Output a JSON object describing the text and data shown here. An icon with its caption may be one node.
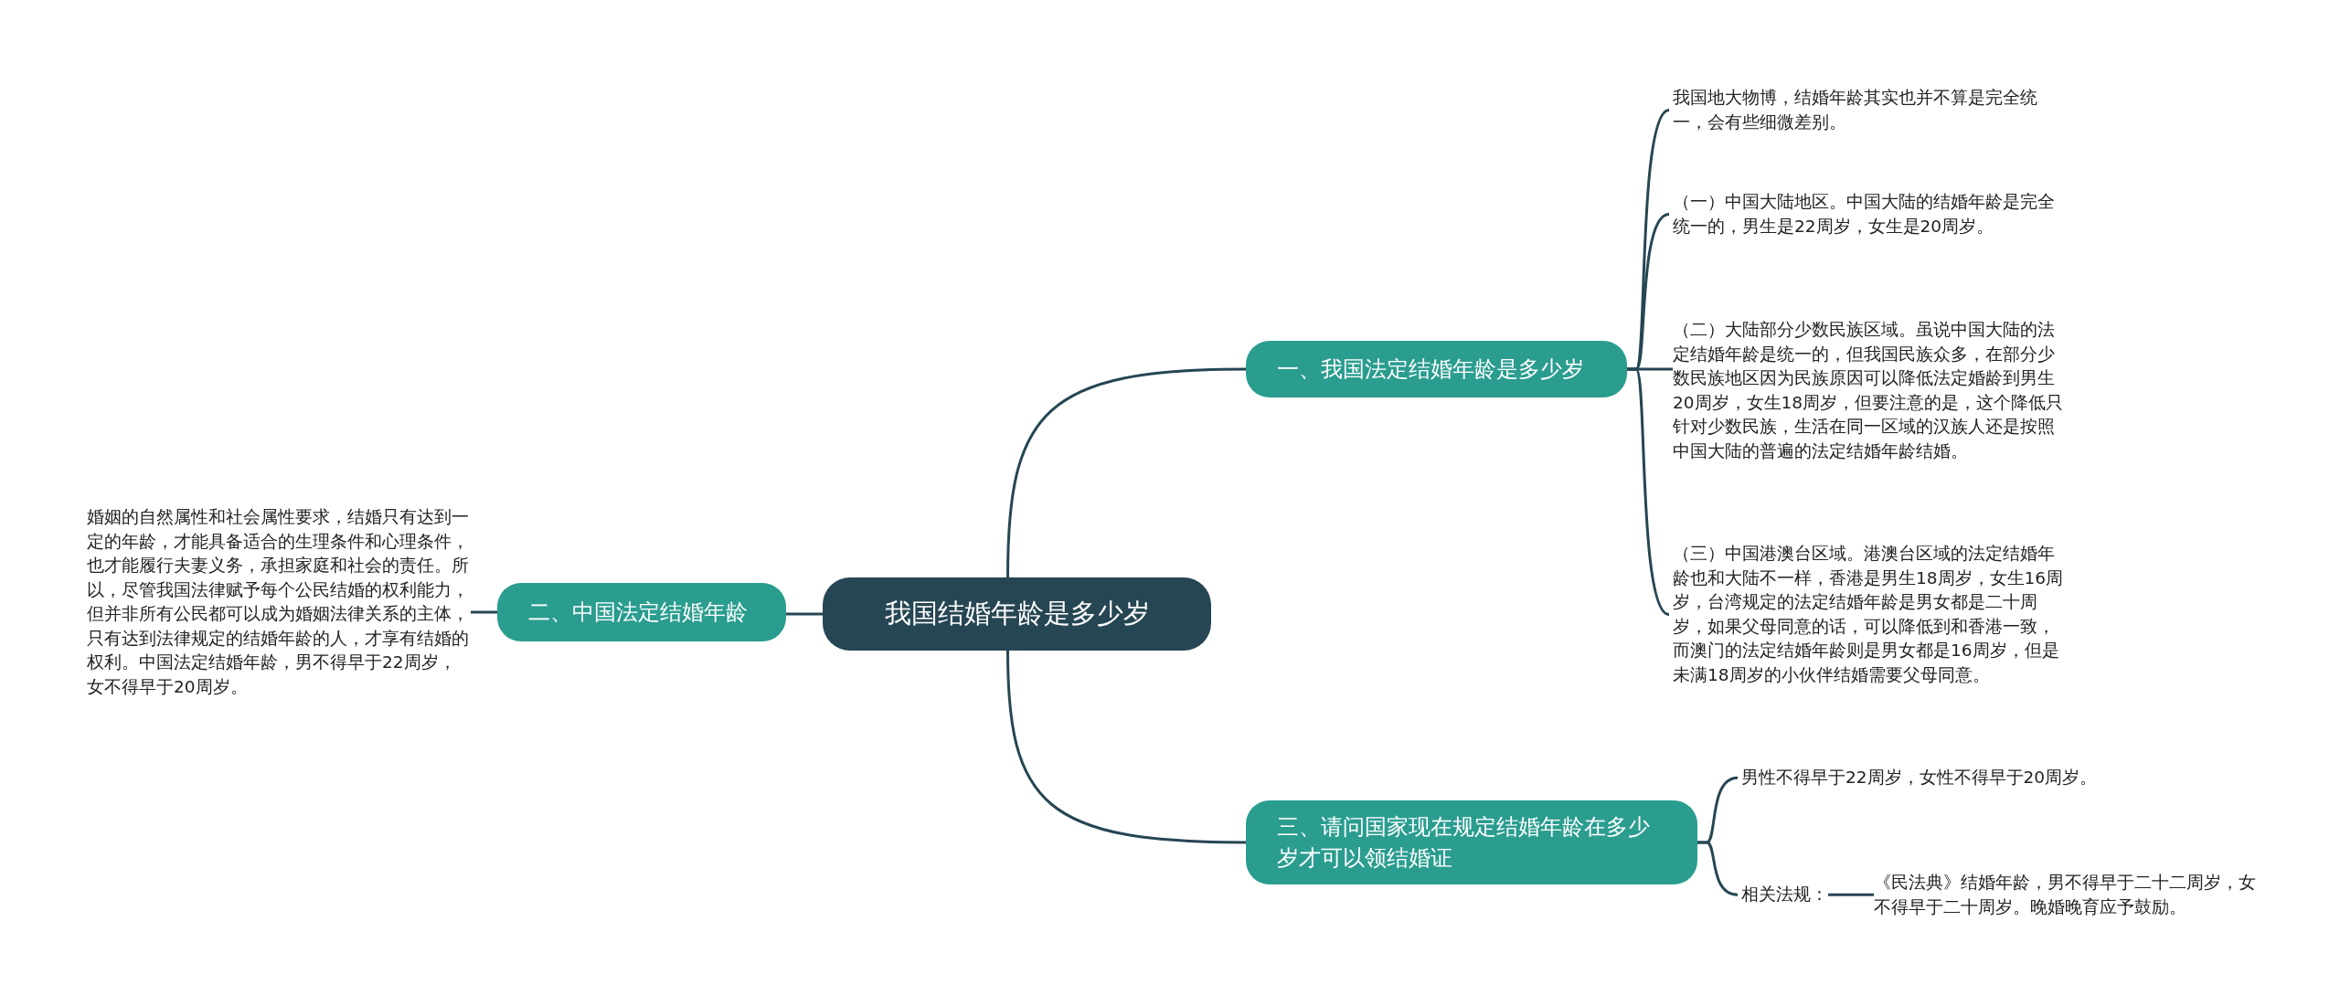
{
  "diagram": {
    "nodes": [
      {
        "text": [
          "我国结婚年龄是多少岁"
        ]
      },
      {
        "text": [
          "一、我国法定结婚年龄是多少岁"
        ]
      },
      {
        "text": [
          "我国地大物博，结婚年龄其实也并不算是完全统一，会有些细微差别。"
        ]
      },
      {
        "text": [
          "（一）中国大陆地区。中国大陆的结婚年龄是完全统一的，男生是22周岁，女生是20周岁。"
        ]
      },
      {
        "text": [
          "（二）大陆部分少数民族区域。虽说中国大陆的法定结婚年龄是统一的，但我国民族众多，在部分少数民族地区因为民族原因可以降低法定婚龄到男生20周岁，女生18周岁，但要注意的是，这个降低只针对少数民族，生活在同一区域的汉族人还是按照中国大陆的普遍的法定结婚年龄结婚。"
        ]
      },
      {
        "text": [
          "（三）中国港澳台区域。港澳台区域的法定结婚年龄也和大陆不一样，香港是男生18周岁，女生16周岁，台湾规定的法定结婚年龄是男女都是二十周岁，如果父母同意的话，可以降低到和香港一致，而澳门的法定结婚年龄则是男女都是16周岁，但是未满18周岁的小伙伴结婚需要父母同意。"
        ]
      },
      {
        "text": [
          "二、中国法定结婚年龄"
        ]
      },
      {
        "text": [
          "婚姻的自然属性和社会属性要求，结婚只有达到一定的年龄，才能具备适合的生理条件和心理条件，也才能履行夫妻义务，承担家庭和社会的责任。所以，尽管我国法律赋予每个公民结婚的权利能力，但并非所有公民都可以成为婚姻法律关系的主体，只有达到法律规定的结婚年龄的人，才享有结婚的权利。中国法定结婚年龄，男不得早于22周岁，女不得早于20周岁。"
        ]
      },
      {
        "text": [
          "三、请问国家现在规定结婚年龄在多少岁才可以领结婚证"
        ]
      },
      {
        "text": [
          "男性不得早于22周岁，女性不得早于20周岁。"
        ]
      },
      {
        "text": [
          "相关法规："
        ]
      },
      {
        "text": [
          "《民法典》结婚年龄，男不得早于二十二周岁，女不得早于二十周岁。晚婚晚育应予鼓励。"
        ]
      }
    ],
    "edges": [
      {
        "from": 0,
        "to": 1,
        "arrow": "none"
      },
      {
        "from": 1,
        "to": 2,
        "arrow": "none"
      },
      {
        "from": 1,
        "to": 3,
        "arrow": "none"
      },
      {
        "from": 1,
        "to": 4,
        "arrow": "none"
      },
      {
        "from": 1,
        "to": 5,
        "arrow": "none"
      },
      {
        "from": 0,
        "to": 6,
        "arrow": "none"
      },
      {
        "from": 6,
        "to": 7,
        "arrow": "none"
      },
      {
        "from": 0,
        "to": 8,
        "arrow": "none"
      },
      {
        "from": 8,
        "to": 9,
        "arrow": "none"
      },
      {
        "from": 8,
        "to": 10,
        "arrow": "none"
      },
      {
        "from": 10,
        "to": 11,
        "arrow": "none"
      }
    ]
  }
}
